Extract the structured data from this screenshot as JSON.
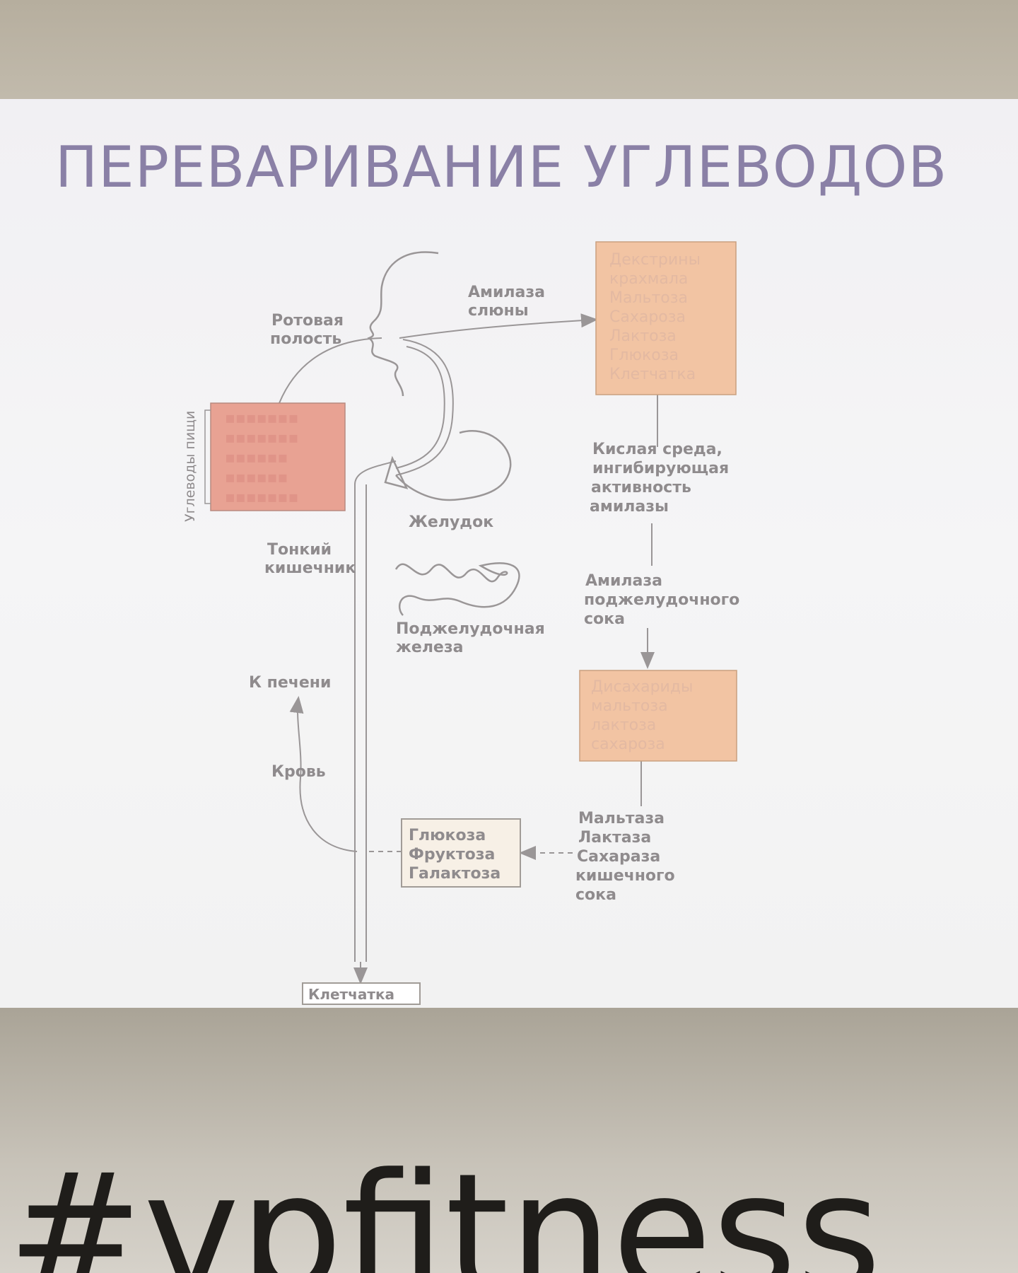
{
  "title": "ПЕРЕВАРИВАНИЕ УГЛЕВОДОВ",
  "labels": {
    "oral_cavity": [
      "Ротовая",
      "полость"
    ],
    "salivary_amylase": [
      "Амилаза",
      "слюны"
    ],
    "stomach": "Желудок",
    "small_intestine": [
      "Тонкий",
      "кишечник"
    ],
    "pancreas": [
      "Поджелудочная",
      "железа"
    ],
    "to_liver": "К печени",
    "blood": "Кровь",
    "acid_env": [
      "Кислая среда,",
      "ингибирующая",
      "активность",
      "амилазы"
    ],
    "pancreatic_amylase": [
      "Амилаза",
      "поджелудочного",
      "сока"
    ],
    "intestinal_enzymes": [
      "Мальтаза",
      "Лактаза",
      "Сахараза",
      "кишечного",
      "сока"
    ],
    "food_carbs_side": "Углеводы пищи"
  },
  "boxes": {
    "dextrins": [
      "Декстрины",
      "крахмала",
      "Мальтоза",
      "Сахароза",
      "Лактоза",
      "Глюкоза",
      "Клетчатка"
    ],
    "disaccharides": [
      "Дисахариды",
      "мальтоза",
      "лактоза",
      "сахароза"
    ],
    "monosaccharides": [
      "Глюкоза",
      "Фруктоза",
      "Галактоза"
    ],
    "fiber": "Клетчатка"
  },
  "colors": {
    "title": "#8a80a6",
    "orange_box": "#f2c4a3",
    "red_box": "#e8a293",
    "line": "#9a9697"
  },
  "brand": "#vpfitness"
}
